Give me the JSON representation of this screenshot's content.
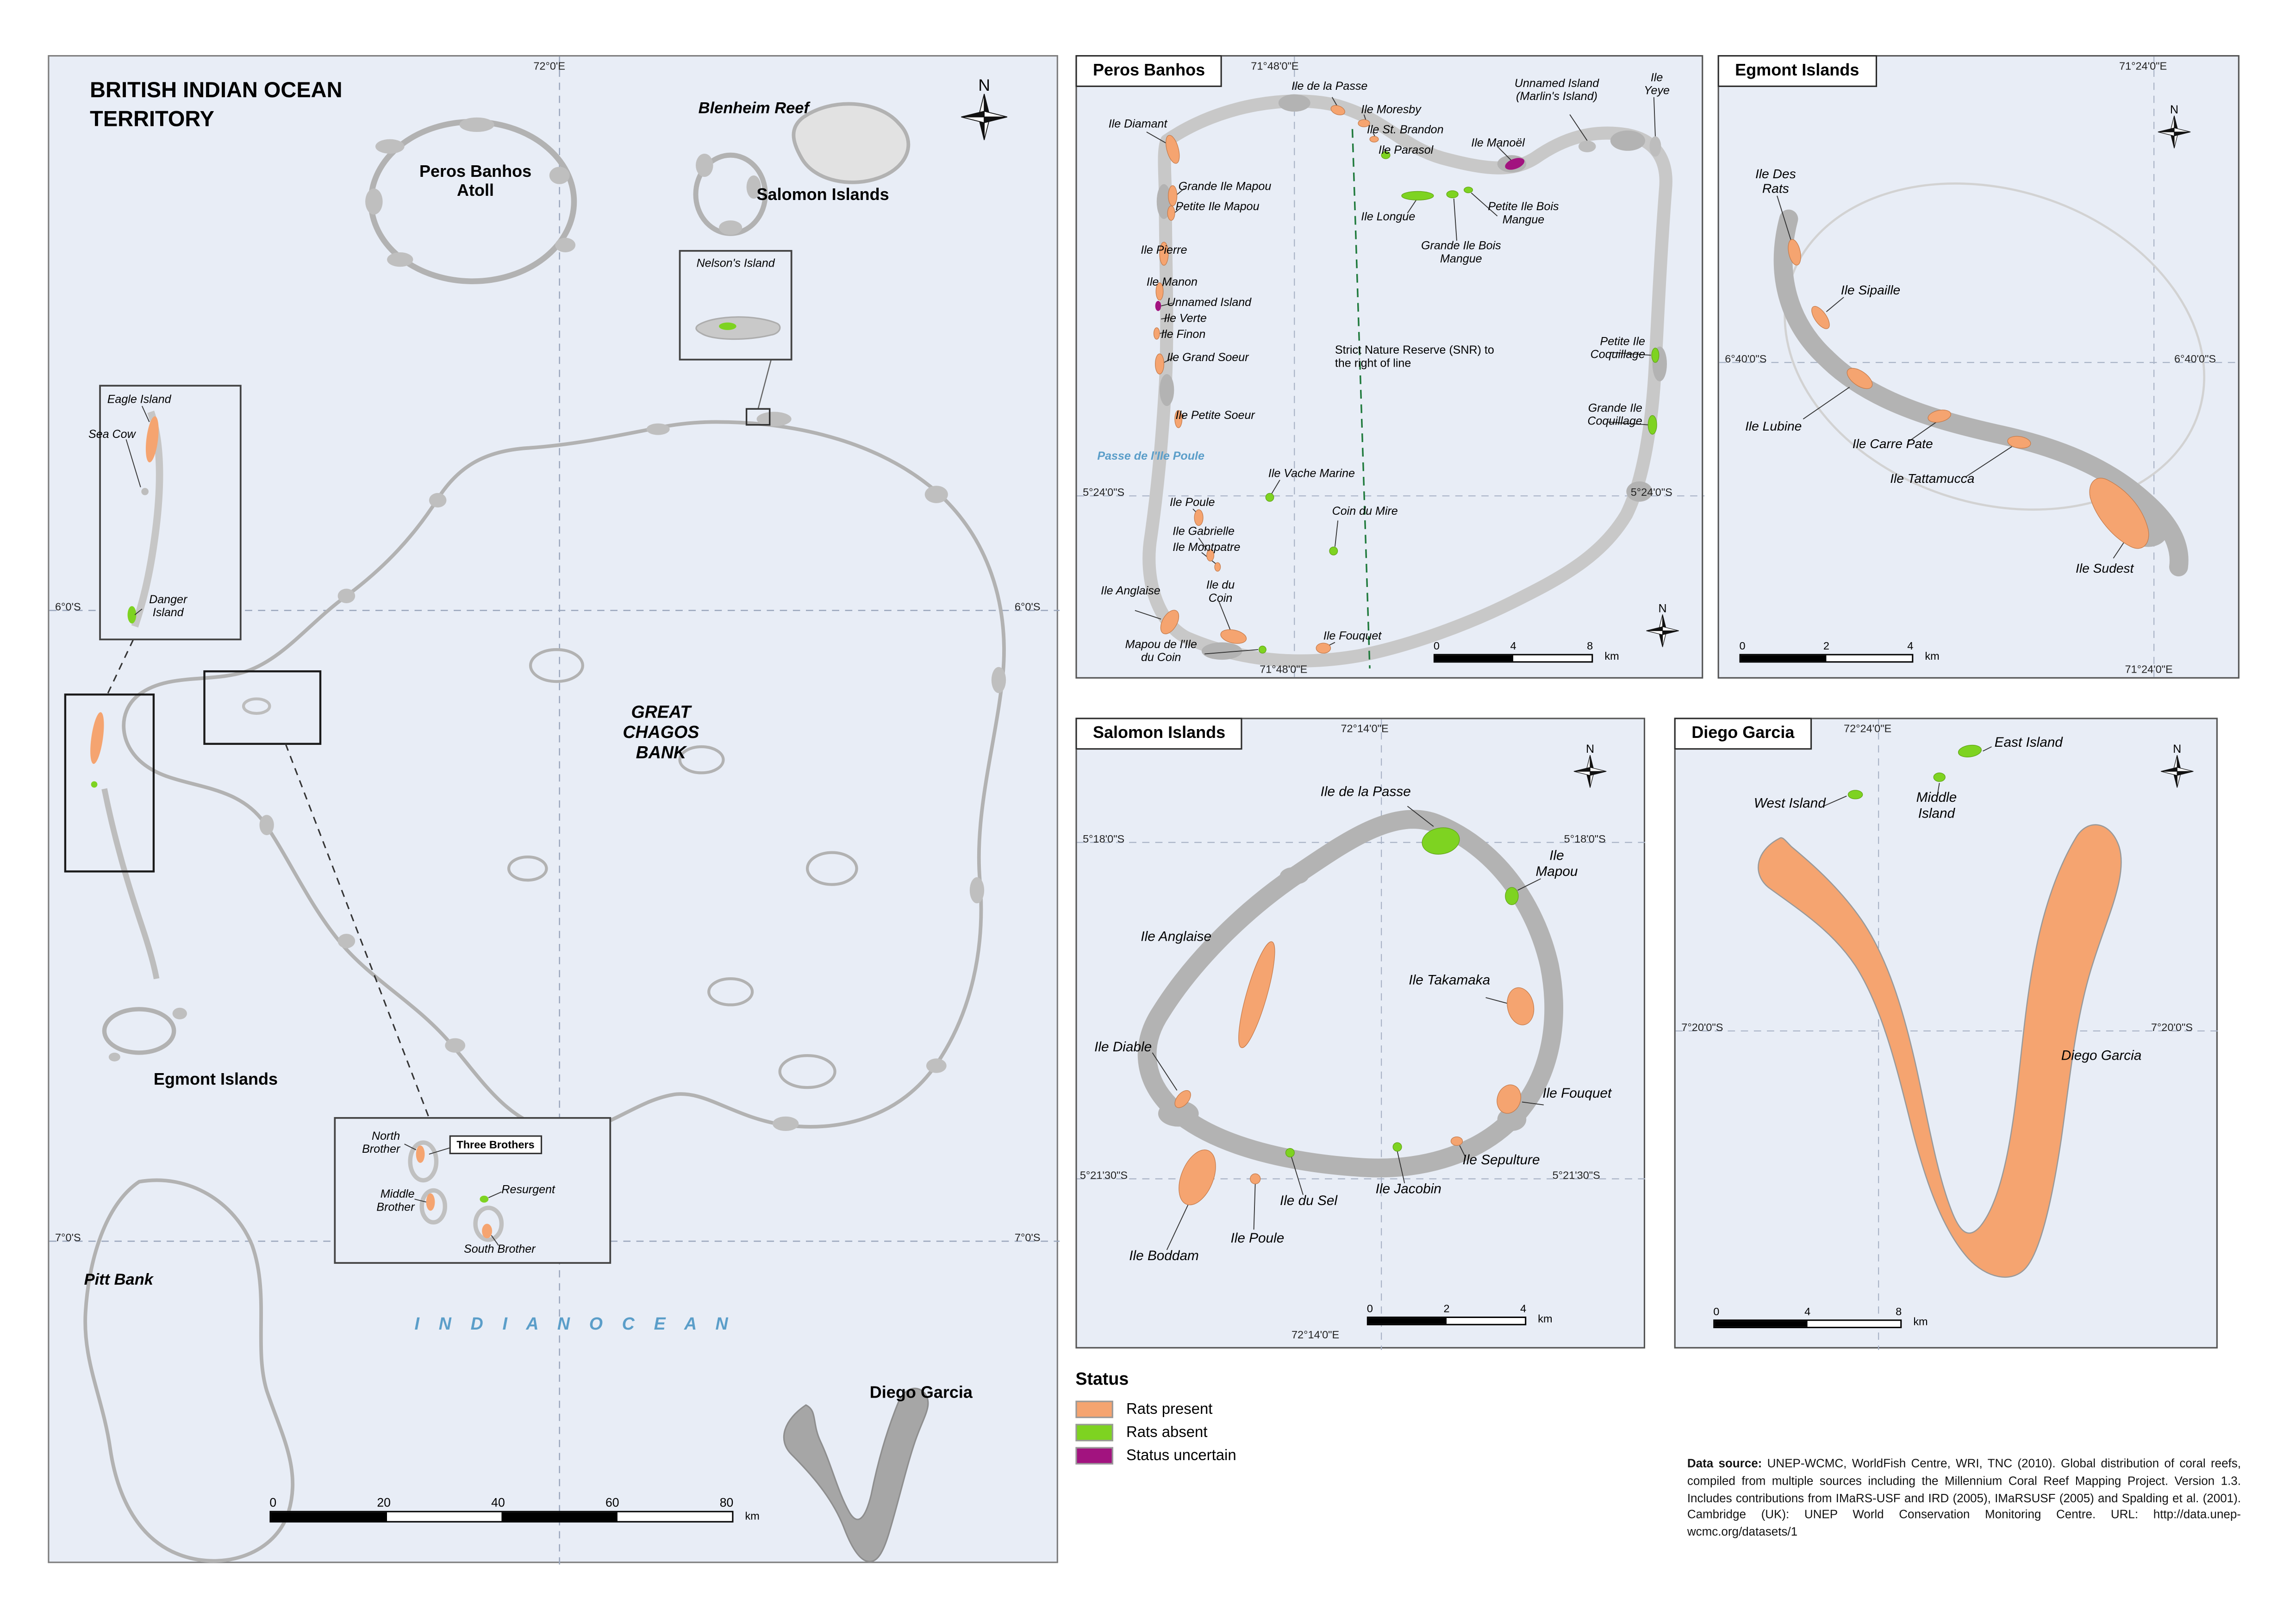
{
  "ui": {
    "north": "N",
    "km": "km"
  },
  "legend": {
    "title": "Status",
    "items": [
      {
        "label": "Rats present",
        "color": "#F5A470"
      },
      {
        "label": "Rats absent",
        "color": "#7ED321"
      },
      {
        "label": "Status uncertain",
        "color": "#A2137F"
      }
    ]
  },
  "source": {
    "prefix": "Data source:",
    "body": " UNEP-WCMC, WorldFish Centre, WRI, TNC (2010). Global distribution of coral reefs, compiled from multiple sources including the Millennium Coral Reef Mapping Project. Version 1.3. Includes contributions from IMaRS-USF and IRD (2005), IMaRSUSF (2005) and Spalding et al. (2001). Cambridge (UK): UNEP World Conservation Monitoring Centre. URL: http://data.unep-wcmc.org/datasets/1"
  },
  "main": {
    "title": "BRITISH INDIAN OCEAN TERRITORY",
    "lon": "72°0'E",
    "lat6": "6°0'S",
    "lat7": "7°0'S",
    "places": {
      "blenheim": "Blenheim Reef",
      "peros": "Peros Banhos Atoll",
      "salomon": "Salomon Islands",
      "gcb": "GREAT CHAGOS BANK",
      "egmont": "Egmont Islands",
      "pitt": "Pitt Bank",
      "ocean": "I N D I A N   O C E A N",
      "diego": "Diego Garcia",
      "three_brothers": "Three Brothers"
    },
    "islands": {
      "nelsons": {
        "label": "Nelson's Island",
        "status": "absent"
      },
      "eagle": {
        "label": "Eagle Island",
        "status": "present"
      },
      "sea_cow": {
        "label": "Sea Cow",
        "status": "unknown"
      },
      "danger": {
        "label": "Danger Island",
        "status": "absent"
      },
      "north_brother": {
        "label": "North Brother",
        "status": "present"
      },
      "middle_brother": {
        "label": "Middle Brother",
        "status": "present"
      },
      "south_brother": {
        "label": "South Brother",
        "status": "present"
      },
      "resurgent": {
        "label": "Resurgent",
        "status": "absent"
      }
    },
    "scale": {
      "ticks": [
        "0",
        "20",
        "40",
        "60",
        "80"
      ]
    }
  },
  "peros": {
    "title": "Peros Banhos",
    "lon_top": "71°48'0\"E",
    "lon_bottom": "71°48'0\"E",
    "lat_left": "5°24'0\"S",
    "lat_right": "5°24'0\"S",
    "note": "Strict Nature Reserve (SNR) to the right of line",
    "passe": "Passe de l'Ile Poule",
    "islands": {
      "diamant": {
        "label": "Ile Diamant",
        "status": "present"
      },
      "de_la_passe": {
        "label": "Ile de la Passe",
        "status": "present"
      },
      "moresby": {
        "label": "Ile Moresby",
        "status": "present"
      },
      "st_brandon": {
        "label": "Ile St. Brandon",
        "status": "present"
      },
      "parasol": {
        "label": "Ile Parasol",
        "status": "absent"
      },
      "manoel": {
        "label": "Ile Manoël",
        "status": "uncertain"
      },
      "marlins": {
        "label": "Unnamed Island (Marlin's Island)",
        "status": "unknown"
      },
      "yeye": {
        "label": "Ile Yeye",
        "status": "unknown"
      },
      "grande_mapou": {
        "label": "Grande Ile Mapou",
        "status": "present"
      },
      "petite_mapou": {
        "label": "Petite Ile Mapou",
        "status": "present"
      },
      "pierre": {
        "label": "Ile Pierre",
        "status": "present"
      },
      "manon": {
        "label": "Ile Manon",
        "status": "present"
      },
      "unnamed": {
        "label": "Unnamed Island",
        "status": "uncertain"
      },
      "verte": {
        "label": "Ile Verte",
        "status": "uncertain"
      },
      "finon": {
        "label": "Ile Finon",
        "status": "present"
      },
      "grand_soeur": {
        "label": "Ile Grand Soeur",
        "status": "present"
      },
      "petite_soeur": {
        "label": "Ile Petite Soeur",
        "status": "present"
      },
      "longue": {
        "label": "Ile Longue",
        "status": "absent"
      },
      "petite_bois": {
        "label": "Petite Ile Bois Mangue",
        "status": "absent"
      },
      "grande_bois": {
        "label": "Grande Ile Bois Mangue",
        "status": "absent"
      },
      "petite_coq": {
        "label": "Petite Ile Coquillage",
        "status": "absent"
      },
      "grande_coq": {
        "label": "Grande Ile Coquillage",
        "status": "absent"
      },
      "vache": {
        "label": "Ile Vache Marine",
        "status": "absent"
      },
      "coin_mire": {
        "label": "Coin du Mire",
        "status": "absent"
      },
      "poule": {
        "label": "Ile Poule",
        "status": "present"
      },
      "gabrielle": {
        "label": "Ile Gabrielle",
        "status": "present"
      },
      "montpatre": {
        "label": "Ile Montpatre",
        "status": "present"
      },
      "du_coin": {
        "label": "Ile du Coin",
        "status": "present"
      },
      "anglaise": {
        "label": "Ile Anglaise",
        "status": "present"
      },
      "mapou_coin": {
        "label": "Mapou de l'Ile du Coin",
        "status": "absent"
      },
      "fouquet": {
        "label": "Ile Fouquet",
        "status": "present"
      }
    },
    "scale": {
      "ticks": [
        "0",
        "4",
        "8"
      ]
    }
  },
  "egmont": {
    "title": "Egmont Islands",
    "lon_top": "71°24'0\"E",
    "lon_bottom": "71°24'0\"E",
    "lat_left": "6°40'0\"S",
    "lat_right": "6°40'0\"S",
    "islands": {
      "des_rats": {
        "label": "Ile Des Rats",
        "status": "present"
      },
      "sipaille": {
        "label": "Ile Sipaille",
        "status": "present"
      },
      "lubine": {
        "label": "Ile Lubine",
        "status": "present"
      },
      "carre_pate": {
        "label": "Ile Carre Pate",
        "status": "present"
      },
      "tattamucca": {
        "label": "Ile Tattamucca",
        "status": "present"
      },
      "sudest": {
        "label": "Ile Sudest",
        "status": "present"
      }
    },
    "scale": {
      "ticks": [
        "0",
        "2",
        "4"
      ]
    }
  },
  "salomon": {
    "title": "Salomon Islands",
    "lon_top": "72°14'0\"E",
    "lon_bottom": "72°14'0\"E",
    "lat_n_left": "5°18'0\"S",
    "lat_n_right": "5°18'0\"S",
    "lat_s_left": "5°21'30\"S",
    "lat_s_right": "5°21'30\"S",
    "islands": {
      "de_la_passe": {
        "label": "Ile de la Passe",
        "status": "absent"
      },
      "mapou": {
        "label": "Ile Mapou",
        "status": "absent"
      },
      "anglaise": {
        "label": "Ile Anglaise",
        "status": "present"
      },
      "takamaka": {
        "label": "Ile Takamaka",
        "status": "present"
      },
      "diable": {
        "label": "Ile Diable",
        "status": "present"
      },
      "fouquet": {
        "label": "Ile Fouquet",
        "status": "present"
      },
      "sepulture": {
        "label": "Ile Sepulture",
        "status": "present"
      },
      "jacobin": {
        "label": "Ile Jacobin",
        "status": "absent"
      },
      "du_sel": {
        "label": "Ile du Sel",
        "status": "absent"
      },
      "poule": {
        "label": "Ile Poule",
        "status": "present"
      },
      "boddam": {
        "label": "Ile Boddam",
        "status": "present"
      }
    },
    "scale": {
      "ticks": [
        "0",
        "2",
        "4"
      ]
    }
  },
  "diego": {
    "title": "Diego Garcia",
    "lon_top": "72°24'0\"E",
    "lat_left": "7°20'0\"S",
    "lat_right": "7°20'0\"S",
    "islands": {
      "east": {
        "label": "East Island",
        "status": "absent"
      },
      "middle": {
        "label": "Middle Island",
        "status": "absent"
      },
      "west": {
        "label": "West Island",
        "status": "absent"
      },
      "main": {
        "label": "Diego Garcia",
        "status": "present"
      }
    },
    "scale": {
      "ticks": [
        "0",
        "4",
        "8"
      ]
    }
  }
}
